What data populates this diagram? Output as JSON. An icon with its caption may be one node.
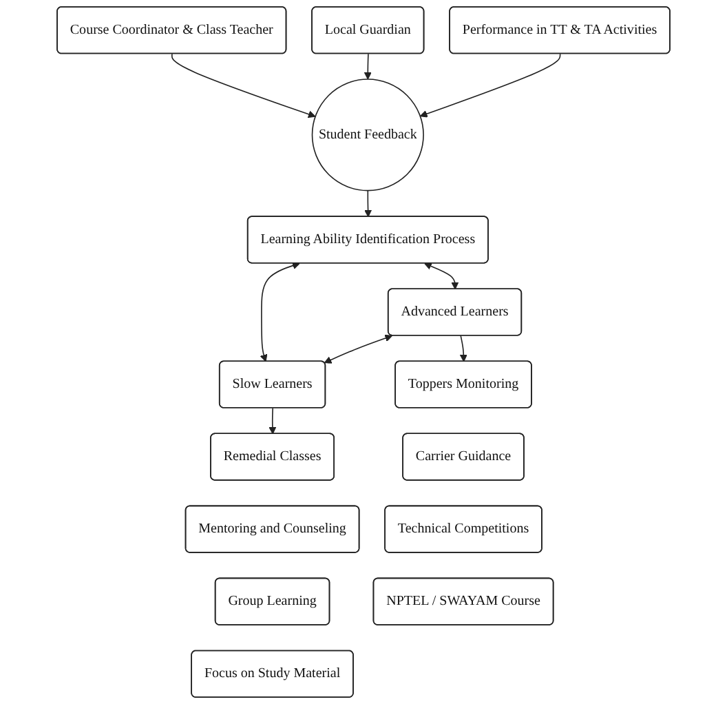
{
  "diagram": {
    "nodes": [
      {
        "text": [
          "Course Coordinator & Class Teacher"
        ]
      },
      {
        "text": [
          "Local Guardian"
        ]
      },
      {
        "text": [
          "Student Feedback"
        ]
      },
      {
        "text": [
          "Performance in TT & TA Activities"
        ]
      },
      {
        "text": [
          "Learning Ability Identification Process"
        ]
      },
      {
        "text": [
          "Advanced Learners"
        ]
      },
      {
        "text": [
          "Slow Learners"
        ]
      },
      {
        "text": [
          "Toppers Monitoring"
        ]
      },
      {
        "text": [
          "Remedial Classes"
        ]
      },
      {
        "text": [
          "Carrier Guidance"
        ]
      },
      {
        "text": [
          "Mentoring and Counseling"
        ]
      },
      {
        "text": [
          "Technical Competitions"
        ]
      },
      {
        "text": [
          "Group Learning"
        ]
      },
      {
        "text": [
          "NPTEL / SWAYAM Course"
        ]
      },
      {
        "text": [
          "Focus on Study Material"
        ]
      }
    ],
    "edges": [
      {
        "from": 0,
        "to": 2,
        "arrow": "to"
      },
      {
        "from": 1,
        "to": 2,
        "arrow": "to"
      },
      {
        "from": 3,
        "to": 2,
        "arrow": "to"
      },
      {
        "from": 2,
        "to": 4,
        "arrow": "to"
      },
      {
        "from": 4,
        "to": 5,
        "arrow": "both"
      },
      {
        "from": 4,
        "to": 6,
        "arrow": "both"
      },
      {
        "from": 5,
        "to": 6,
        "arrow": "both"
      },
      {
        "from": 5,
        "to": 7,
        "arrow": "to"
      },
      {
        "from": 6,
        "to": 8,
        "arrow": "to"
      }
    ]
  }
}
